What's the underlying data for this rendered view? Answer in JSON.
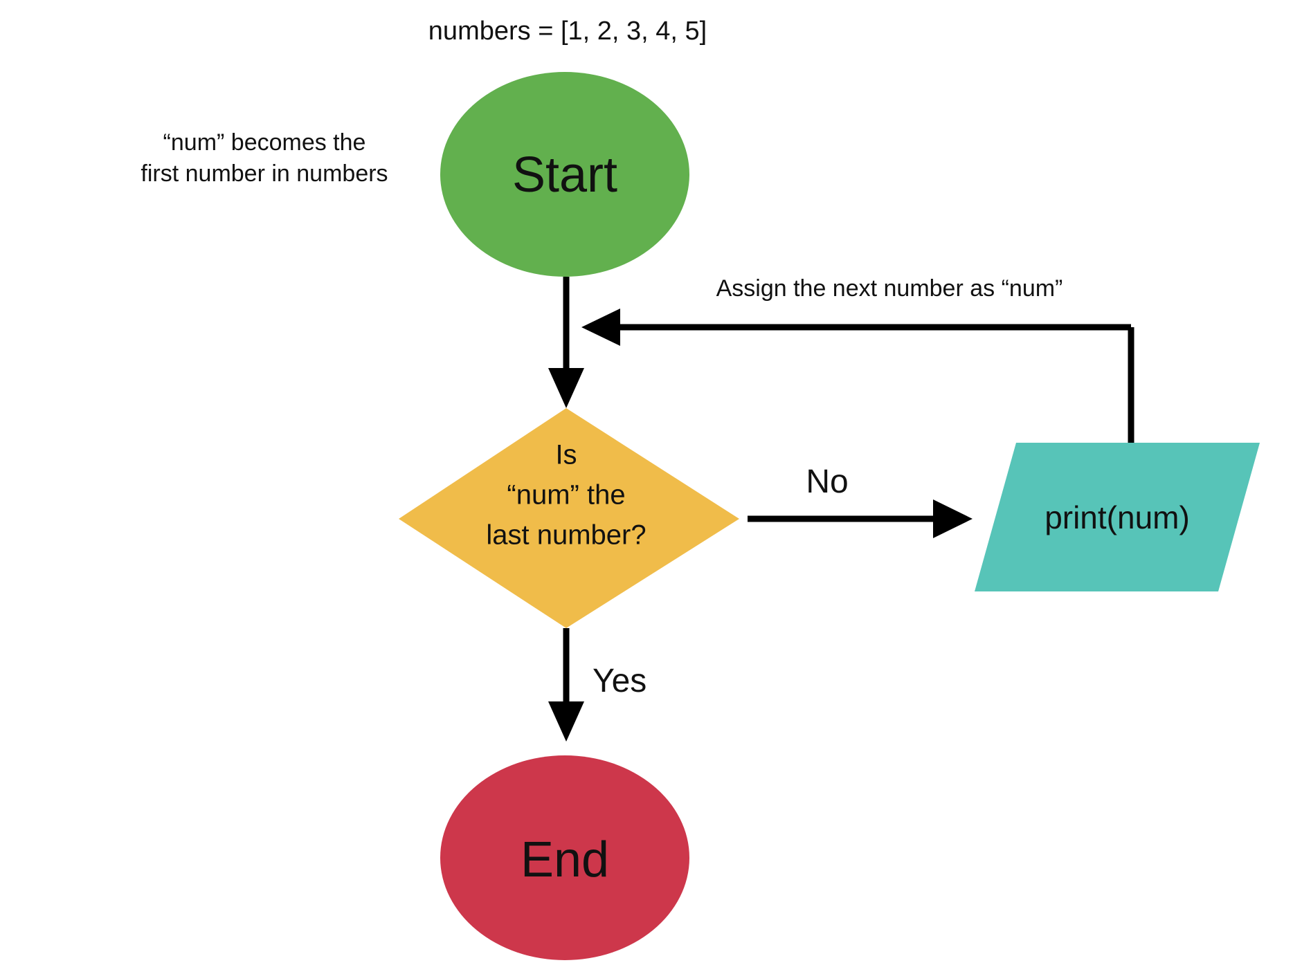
{
  "diagram": {
    "type": "flowchart",
    "title_note": "numbers = [1, 2, 3, 4, 5]",
    "background_color": "#ffffff",
    "colors": {
      "start_fill": "#62b04e",
      "end_fill": "#cd374b",
      "decision_fill": "#f0bc4a",
      "process_fill": "#57c4b8",
      "connector": "#000000",
      "text": "#111111"
    },
    "nodes": {
      "start": {
        "shape": "ellipse",
        "label": "Start",
        "color": "#62b04e"
      },
      "decision": {
        "shape": "diamond",
        "label_line1": "Is",
        "label_line2": "“num” the",
        "label_line3": "last number?",
        "color": "#f0bc4a"
      },
      "process": {
        "shape": "parallelogram",
        "label": "print(num)",
        "color": "#57c4b8"
      },
      "end": {
        "shape": "ellipse",
        "label": "End",
        "color": "#cd374b"
      }
    },
    "annotations": {
      "start_note_line1": "“num” becomes the",
      "start_note_line2": "first number in numbers",
      "loop_note": "Assign the next number as “num”"
    },
    "edge_labels": {
      "no": "No",
      "yes": "Yes"
    },
    "edges": [
      {
        "from": "start",
        "to": "decision",
        "label": ""
      },
      {
        "from": "decision",
        "to": "process",
        "label": "No"
      },
      {
        "from": "decision",
        "to": "end",
        "label": "Yes"
      },
      {
        "from": "process",
        "to": "decision",
        "label": "Assign the next number as “num”"
      }
    ]
  }
}
